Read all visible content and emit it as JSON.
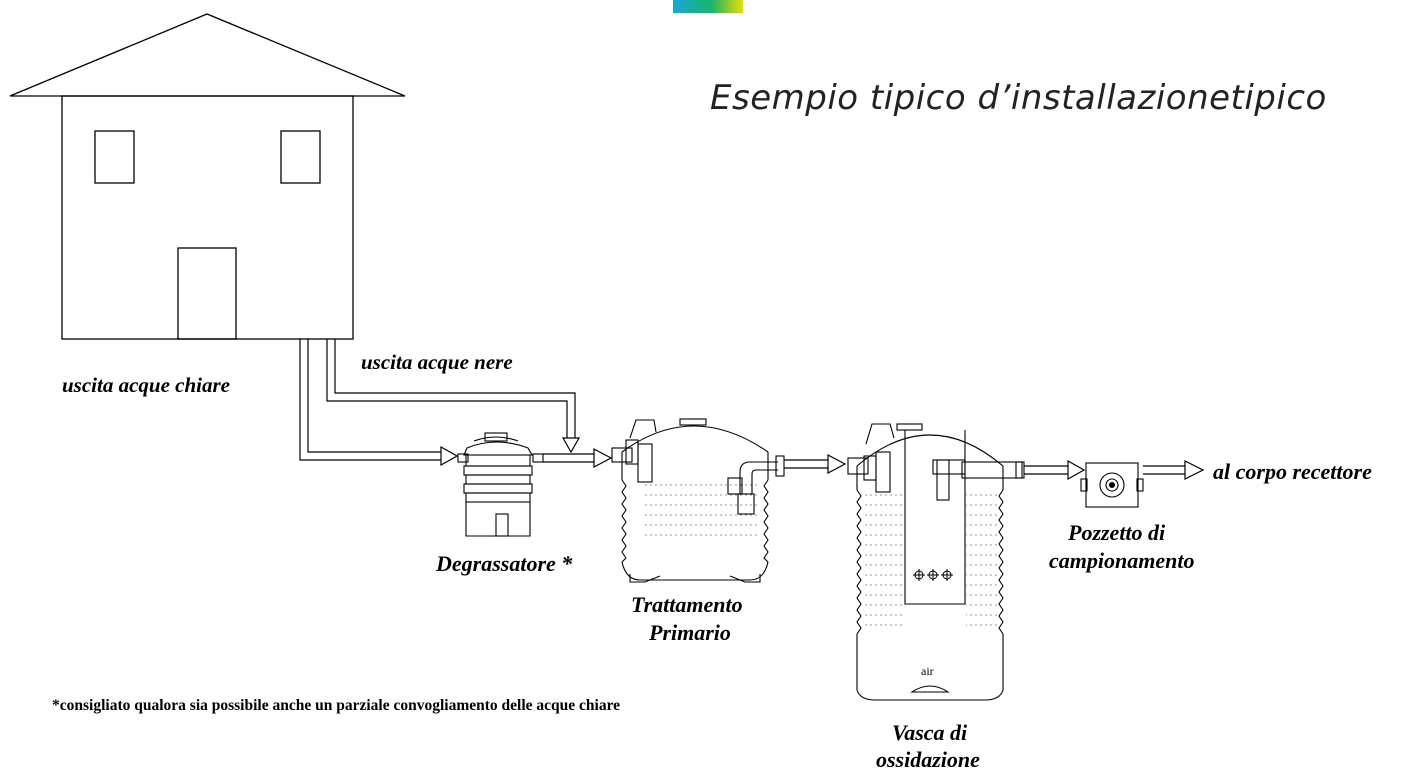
{
  "title": "Esempio tipico d’installazionetipico",
  "labels": {
    "clear_water_outlet": "uscita acque chiare",
    "black_water_outlet": "uscita acque nere",
    "grease_trap": "Degrassatore *",
    "primary_treatment_l1": "Trattamento",
    "primary_treatment_l2": "Primario",
    "oxidation_tank_l1": "Vasca di",
    "oxidation_tank_l2": "ossidazione",
    "sampling_well_l1": "Pozzetto di",
    "sampling_well_l2": "campionamento",
    "receiver": "al corpo recettore",
    "air": "air"
  },
  "footnote": "*consigliato qualora sia possibile anche un parziale convogliamento delle acque chiare",
  "colors": {
    "line": "#000000",
    "logo_start": "#1aa7d8",
    "logo_mid": "#19b36b",
    "logo_end": "#e8e000"
  }
}
